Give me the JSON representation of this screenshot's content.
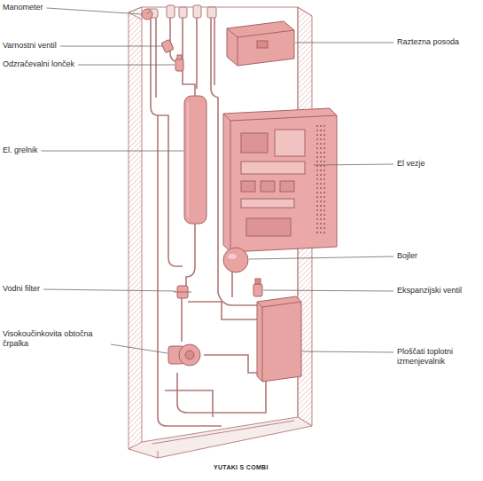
{
  "diagram": {
    "caption": "YUTAKI S COMBI",
    "labels": [
      "Manometer",
      "Raztezna posoda",
      "Varnostni ventil",
      "Odzračevalni lonček",
      "El. grelnik",
      "El vezje",
      "Bojler",
      "Vodni filter",
      "Ekspanzijski ventil",
      "Visokoučinkovita obtočna črpalka",
      "Ploščati toplotni izmenjevalnik"
    ]
  }
}
